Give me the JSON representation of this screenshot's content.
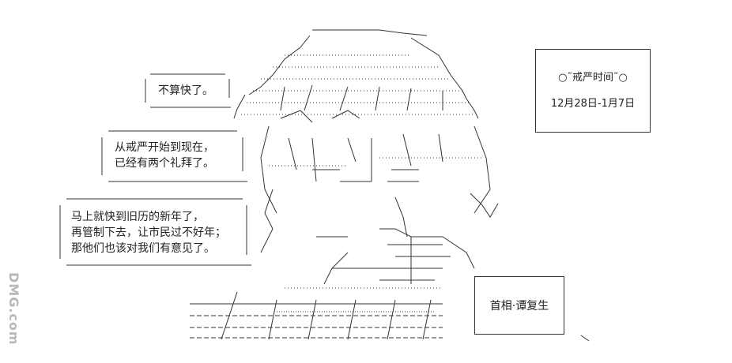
{
  "bubbles": {
    "bubble1": {
      "lines": [
        "不算快了。"
      ]
    },
    "bubble2": {
      "lines": [
        "从戒严开始到现在，",
        "已经有两个礼拜了。"
      ]
    },
    "bubble3": {
      "lines": [
        "马上就快到旧历的新年了，",
        "再管制下去，让市民过不好年；",
        "那他们也该对我们有意见了。"
      ]
    }
  },
  "notice": {
    "title": "○˜戒严时间˜○",
    "dates": "12月28日-1月7日"
  },
  "caption": "首相·谭复生",
  "watermark": "DMG.com",
  "colors": {
    "ink": "#1a1a1a",
    "background": "#ffffff",
    "watermark": "#b8b8b8"
  }
}
